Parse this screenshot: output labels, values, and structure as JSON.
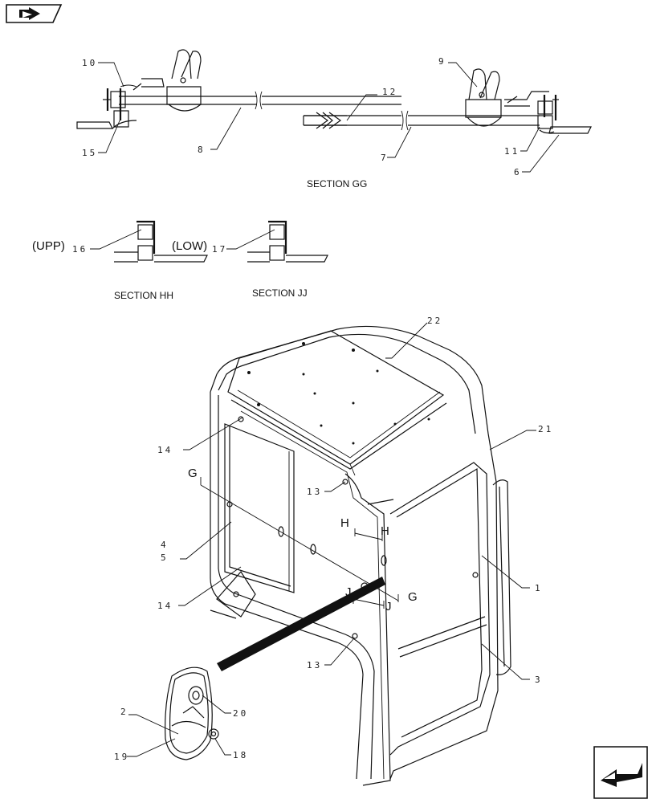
{
  "sections": {
    "gg": "SECTION GG",
    "hh": "SECTION HH",
    "jj": "SECTION JJ"
  },
  "markers": {
    "upp": "(UPP)",
    "low": "(LOW)",
    "g1": "G",
    "g2": "G",
    "h1": "H",
    "h2": "H",
    "j1": "J",
    "j2": "J"
  },
  "callouts": {
    "c1": "1",
    "c2": "2",
    "c3": "3",
    "c4": "4",
    "c5": "5",
    "c6": "6",
    "c7": "7",
    "c8": "8",
    "c9": "9",
    "c10": "10",
    "c11": "11",
    "c12": "12",
    "c13a": "13",
    "c13b": "13",
    "c14a": "14",
    "c14b": "14",
    "c15": "15",
    "c16": "16",
    "c17": "17",
    "c18": "18",
    "c19": "19",
    "c20": "20",
    "c21": "21",
    "c22": "22"
  },
  "nav": {
    "back_icon": "back-arrow-icon",
    "forward_icon": "forward-arrow-icon"
  }
}
